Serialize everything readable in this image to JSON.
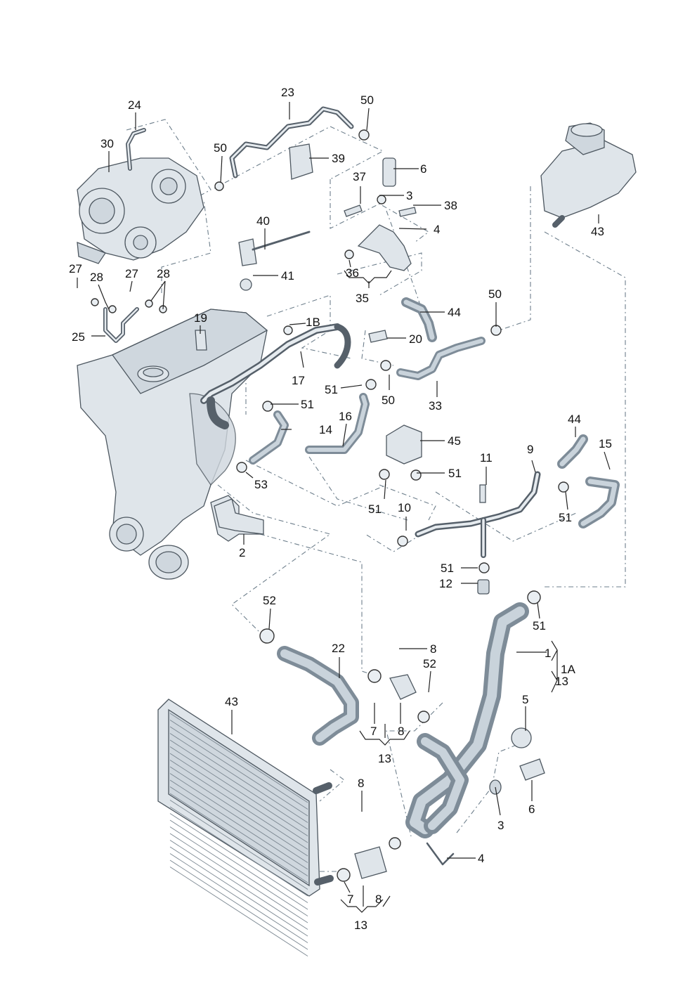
{
  "labels": {
    "l1": "1",
    "l1a": "1A",
    "l1b": "1B",
    "l2": "2",
    "l3a": "3",
    "l3b": "3",
    "l4a": "4",
    "l4b": "4",
    "l5": "5",
    "l6a": "6",
    "l6b": "6",
    "l7a": "7",
    "l7b": "7",
    "l8a": "8",
    "l8b": "8",
    "l8c": "8",
    "l8d": "8",
    "l9": "9",
    "l10": "10",
    "l11": "11",
    "l12": "12",
    "l13a": "13",
    "l13b": "13",
    "l13c": "13",
    "l14": "14",
    "l15": "15",
    "l16": "16",
    "l17": "17",
    "l19": "19",
    "l20": "20",
    "l22": "22",
    "l23": "23",
    "l24": "24",
    "l25": "25",
    "l27a": "27",
    "l27b": "27",
    "l28a": "28",
    "l28b": "28",
    "l30": "30",
    "l33": "33",
    "l35": "35",
    "l36": "36",
    "l37": "37",
    "l38": "38",
    "l39": "39",
    "l40": "40",
    "l41": "41",
    "l43a": "43",
    "l43b": "43",
    "l44a": "44",
    "l44b": "44",
    "l45": "45",
    "l50a": "50",
    "l50b": "50",
    "l50c": "50",
    "l50d": "50",
    "l51a": "51",
    "l51b": "51",
    "l51c": "51",
    "l51d": "51",
    "l51e": "51",
    "l51f": "51",
    "l51g": "51",
    "l52a": "52",
    "l52b": "52",
    "l53": "53"
  }
}
